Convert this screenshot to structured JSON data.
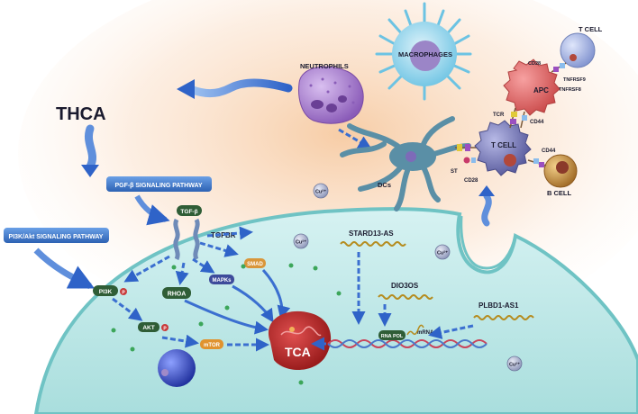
{
  "labels": {
    "thca": "THCA",
    "pgf_pathway": "PGF-β SIGNALING PATHWAY",
    "pi3k_pathway": "PI3K/Akt SIGNALING PATHWAY",
    "tgf_b": "TGF-β",
    "tgfbr": "TGFBR",
    "smad": "SMAD",
    "mapks": "MAPKs",
    "rhoa": "RHOA",
    "pi3k": "PI3K",
    "p": "P",
    "akt": "AKT",
    "mtor": "mTOR",
    "tca": "TCA",
    "cu": "Cu²⁺",
    "neutrophils": "NEUTROPHILS",
    "macrophages": "MACROPHAGES",
    "dcs": "DCs",
    "apc": "APC",
    "t_cell": "T CELL",
    "b_cell": "B CELL",
    "cd28": "CD28",
    "cd44": "CD44",
    "tnfrsf9": "TNFRSF9",
    "tnfrsf8": "TNFRSF8",
    "tcr": "TCR",
    "st": "ST",
    "stard13": "STARD13-AS",
    "dio3os": "DIO3OS",
    "plbd1": "PLBD1-AS1",
    "rna_pol": "RNA POL",
    "mrna": "mRNA"
  },
  "colors": {
    "cell_fill": "#cdeeee",
    "cell_edge": "#6fc3c4",
    "arrow_blue": "#2f63c8",
    "mito_red": "#b22222",
    "apc_red": "#e36262",
    "tcell_violet": "#6c6ea8",
    "bcell_brown": "#b07a33",
    "neutrophil": "#9b6ec5",
    "macrophage": "#8fd2ea",
    "dc_teal": "#5a8fa6",
    "pill_blue": "#3f78c6",
    "protein_green": "#2f5d36"
  }
}
